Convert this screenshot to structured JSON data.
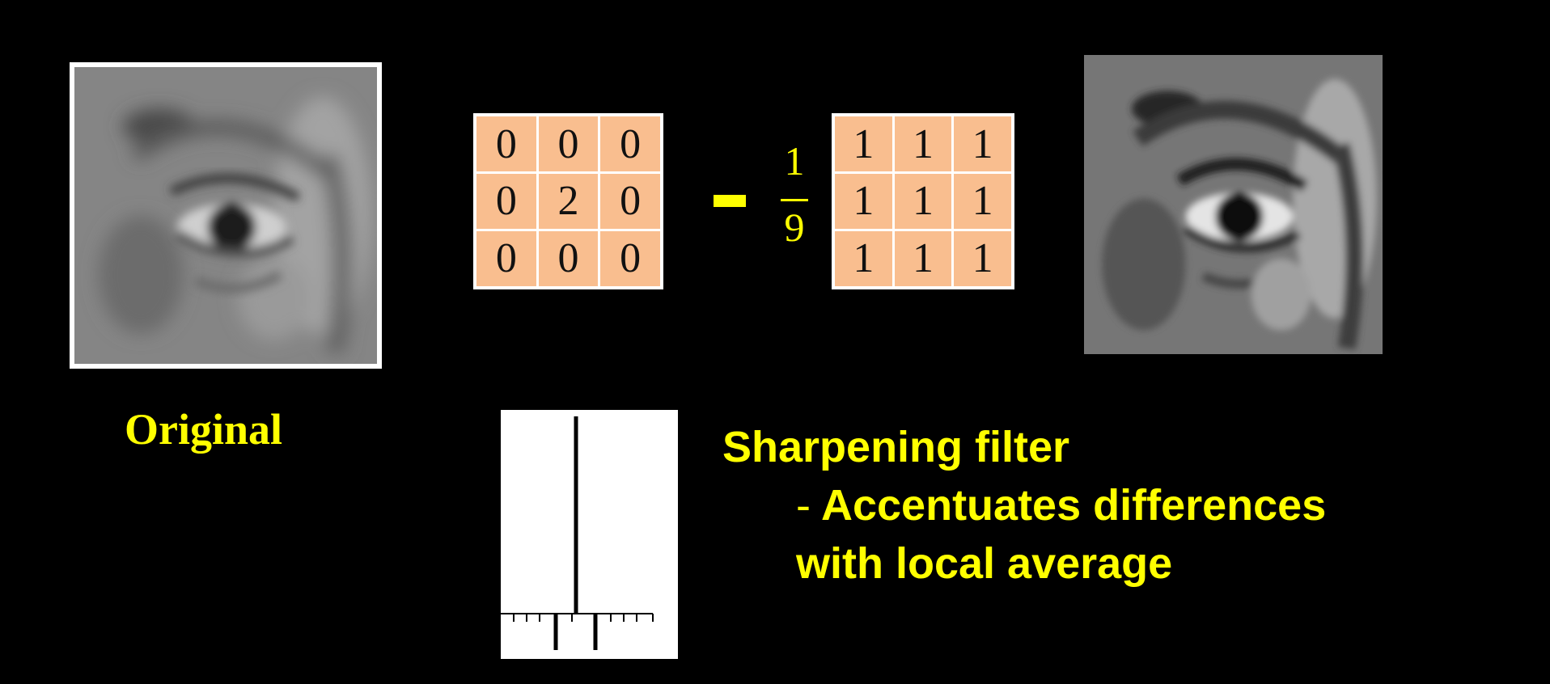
{
  "kernel_identity": {
    "rows": [
      [
        "0",
        "0",
        "0"
      ],
      [
        "0",
        "2",
        "0"
      ],
      [
        "0",
        "0",
        "0"
      ]
    ]
  },
  "operator": "-",
  "fraction": {
    "numerator": "1",
    "denominator": "9"
  },
  "kernel_box": {
    "rows": [
      [
        "1",
        "1",
        "1"
      ],
      [
        "1",
        "1",
        "1"
      ],
      [
        "1",
        "1",
        "1"
      ]
    ]
  },
  "labels": {
    "original": "Original"
  },
  "description": {
    "title": "Sharpening filter",
    "bullet_dash": "-",
    "line1": "Accentuates differences",
    "line2": "with local average"
  },
  "colors": {
    "background": "#000000",
    "text_accent": "#ffff00",
    "kernel_fill": "#f9be8f"
  }
}
